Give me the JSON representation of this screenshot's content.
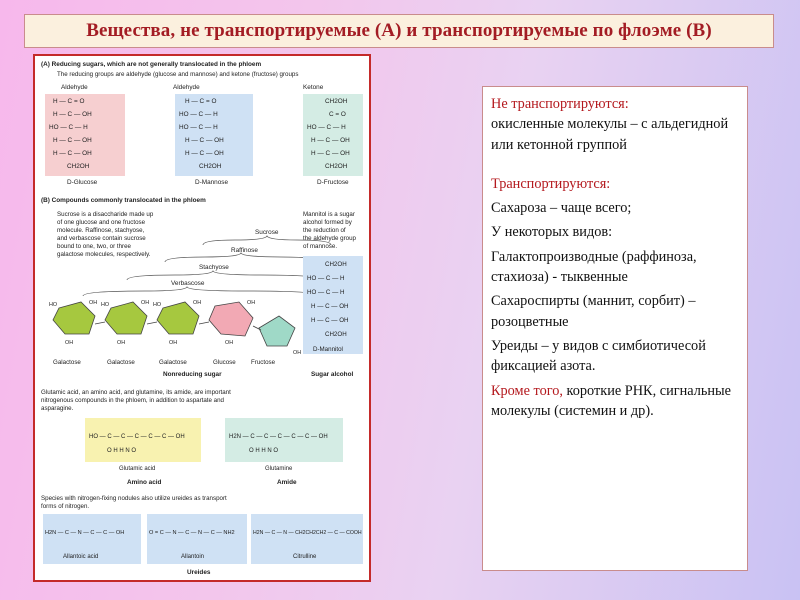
{
  "slide": {
    "title": "Вещества, не транспортируемые (А) и транспортируемые по флоэме (В)"
  },
  "figure": {
    "section_a": {
      "header": "(A)  Reducing sugars, which are not generally translocated in the phloem",
      "subtitle": "The reducing groups are aldehyde (glucose and mannose) and ketone (fructose) groups",
      "types": [
        "Aldehyde",
        "Aldehyde",
        "Ketone"
      ],
      "glucose": {
        "rows": [
          "H — C = O",
          "H — C — OH",
          "HO — C — H",
          "H — C — OH",
          "H — C — OH",
          "CH2OH"
        ],
        "name": "D-Glucose"
      },
      "mannose": {
        "rows": [
          "H — C = O",
          "HO — C — H",
          "HO — C — H",
          "H — C — OH",
          "H — C — OH",
          "CH2OH"
        ],
        "name": "D-Mannose"
      },
      "fructose": {
        "rows": [
          "CH2OH",
          "C = O",
          "HO — C — H",
          "H — C — OH",
          "H — C — OH",
          "CH2OH"
        ],
        "name": "D-Fructose"
      }
    },
    "section_b": {
      "header": "(B)  Compounds commonly translocated in the phloem",
      "sucrose_text": [
        "Sucrose is a disaccharide made up",
        "of one glucose and one fructose",
        "molecule. Raffinose, stachyose,",
        "and verbascose contain sucrose",
        "bound to one, two, or three",
        "galactose molecules, respectively."
      ],
      "mannitol_text": [
        "Mannitol is a sugar",
        "alcohol formed by",
        "the reduction of",
        "the aldehyde group",
        "of mannose."
      ],
      "brackets": [
        "Sucrose",
        "Raffinose",
        "Stachyose",
        "Verbascose"
      ],
      "ring_labels": [
        "Galactose",
        "Galactose",
        "Galactose",
        "Glucose",
        "Fructose"
      ],
      "nonreducing": "Nonreducing sugar",
      "mannitol": {
        "rows": [
          "CH2OH",
          "HO — C — H",
          "HO — C — H",
          "H — C — OH",
          "H — C — OH",
          "CH2OH"
        ],
        "name": "D-Mannitol",
        "caption": "Sugar alcohol"
      }
    },
    "amino": {
      "text": [
        "Glutamic acid, an amino acid, and glutamine, its amide, are important",
        "nitrogenous compounds in the phloem, in addition to aspartate and",
        "asparagine."
      ],
      "glutamic_formula": "HO — C — C — C — C — C — OH",
      "glutamic_sub": "O     H    H    N    O",
      "glutamic_name": "Glutamic acid",
      "glutamine_formula": "H2N — C — C — C — C — C — OH",
      "glutamine_sub": "O     H    H    N    O",
      "glutamine_name": "Glutamine",
      "caption_left": "Amino acid",
      "caption_right": "Amide"
    },
    "ureides": {
      "text": [
        "Species with nitrogen-fixing nodules also utilize ureides as transport",
        "forms of nitrogen."
      ],
      "allantoic": {
        "formula": "H2N — C — N — C — C — OH",
        "name": "Allantoic acid"
      },
      "allantoin": {
        "formula": "O = C — N — C — N — C — NH2",
        "name": "Allantoin"
      },
      "citrulline": {
        "formula": "H2N — C — N — CH2CH2CH2 — C — COOH",
        "name": "Citrulline"
      },
      "caption": "Ureides"
    }
  },
  "notes": {
    "not_transported_heading": "Не транспортируются:",
    "not_transported_text": "окисленные молекулы – с альдегидной или кетонной группой",
    "transported_heading": "Транспортируются:",
    "sucrose": "Сахароза –  чаще всего;",
    "some_species": "У некоторых видов:",
    "galacto": "Галактопроизводные (раффиноза, стахиоза)  - тыквенные",
    "alcohols": "Сахароспирты (маннит, сорбит) –  розоцветные",
    "ureides": "Уреиды – у видов с симбиотичесой  фиксацией азота.",
    "also_heading": "Кроме того,",
    "also_text": " короткие РНК, сигнальные молекулы (системин и др)."
  }
}
